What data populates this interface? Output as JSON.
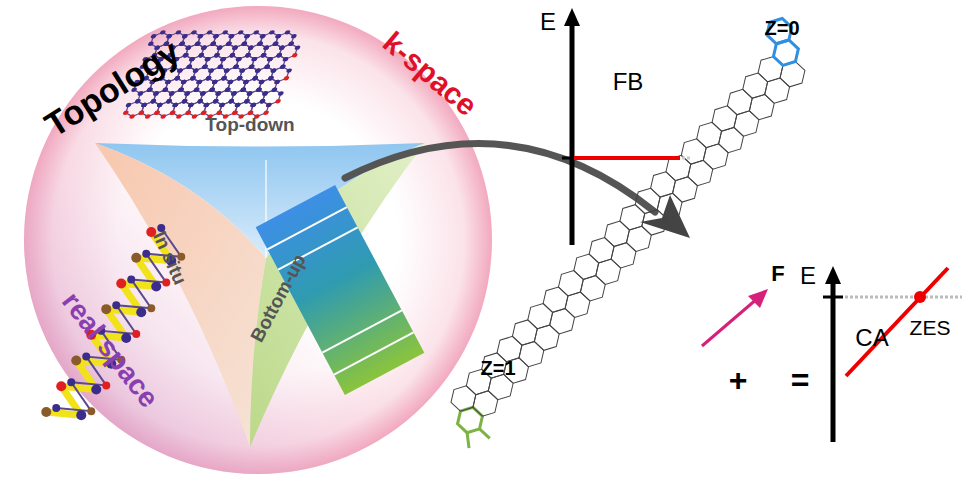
{
  "diagram": {
    "labels": [
      "Topology",
      "k-space",
      "real space",
      "Top-down",
      "In situ",
      "Bottom-up",
      "E",
      "FB",
      "Z=0",
      "E",
      "F",
      "+",
      "=",
      "CA",
      "ZES",
      "Z=1"
    ]
  }
}
